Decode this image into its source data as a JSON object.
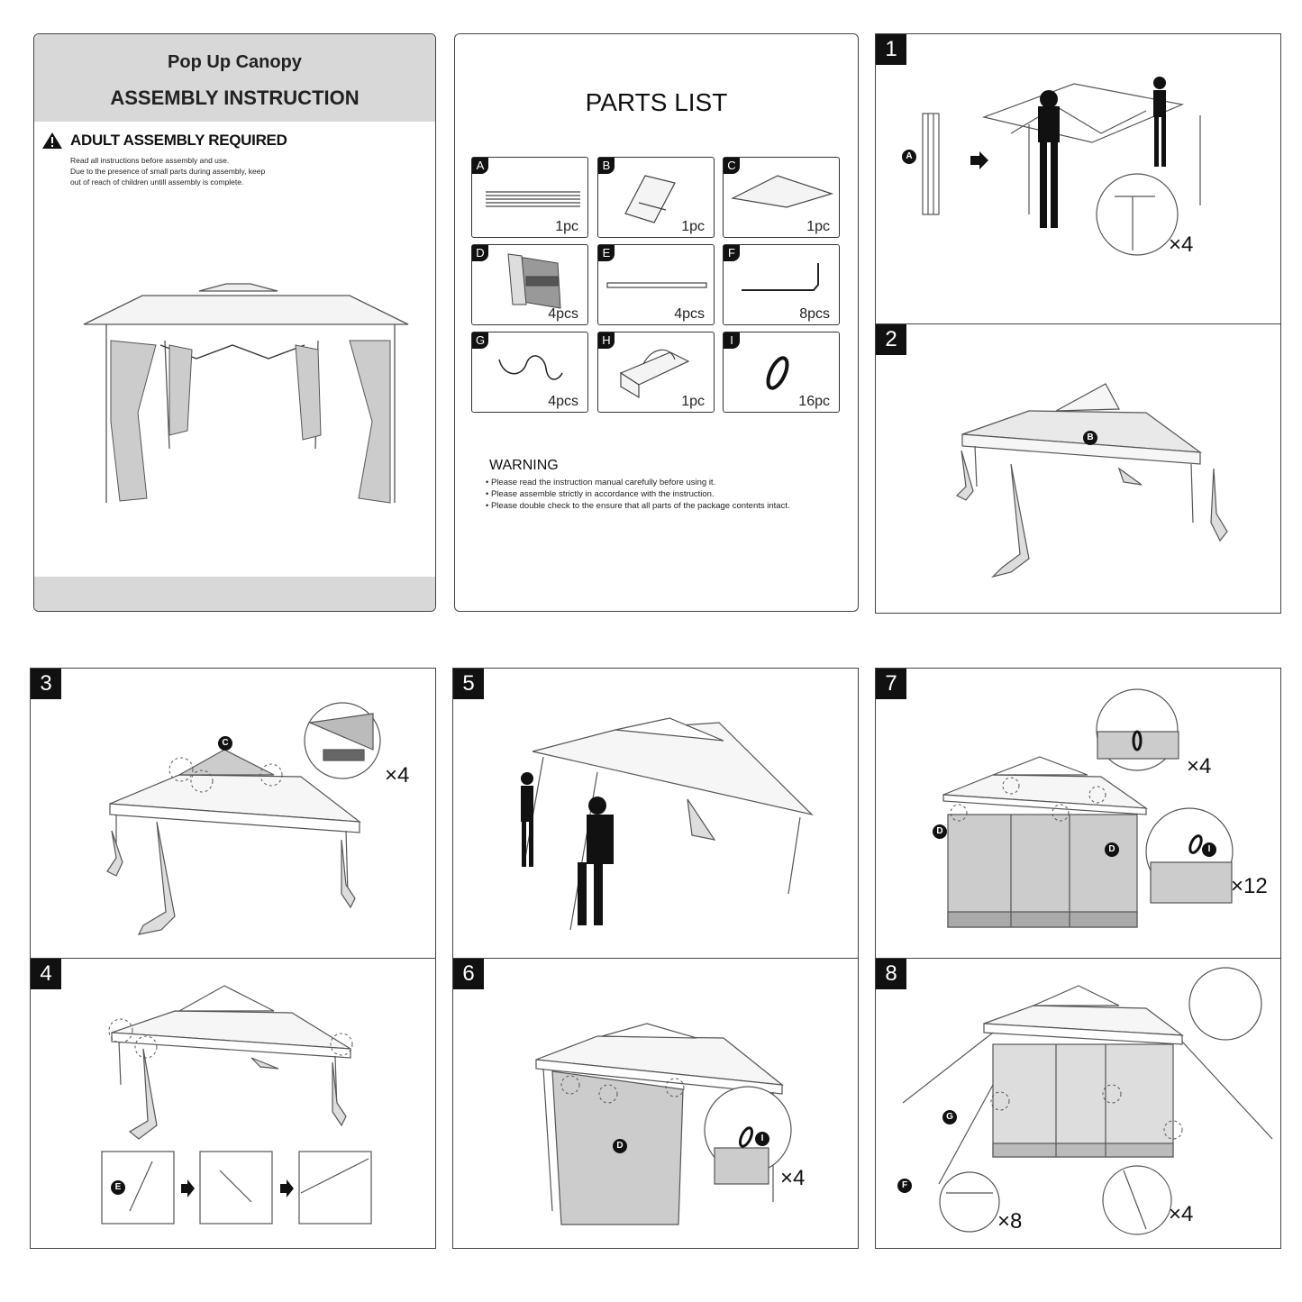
{
  "cover": {
    "title": "Pop Up Canopy",
    "subtitle": "ASSEMBLY INSTRUCTION",
    "warning_title": "ADULT ASSEMBLY REQUIRED",
    "warning_lines": [
      "Read all instructions before assembly and use.",
      "Due to the presence of small parts during assembly, keep",
      "out of reach of children untill assembly is complete."
    ]
  },
  "parts": {
    "title": "PARTS LIST",
    "items": [
      {
        "letter": "A",
        "qty": "1pc"
      },
      {
        "letter": "B",
        "qty": "1pc"
      },
      {
        "letter": "C",
        "qty": "1pc"
      },
      {
        "letter": "D",
        "qty": "4pcs"
      },
      {
        "letter": "E",
        "qty": "4pcs"
      },
      {
        "letter": "F",
        "qty": "8pcs"
      },
      {
        "letter": "G",
        "qty": "4pcs"
      },
      {
        "letter": "H",
        "qty": "1pc"
      },
      {
        "letter": "I",
        "qty": "16pc"
      }
    ],
    "warning_title": "WARNING",
    "warning_lines": [
      "• Please read the instruction manual carefully before using it.",
      "• Please assemble strictly in accordance with the instruction.",
      "• Please double check to the ensure that all parts of the package contents intact."
    ]
  },
  "steps": {
    "s1": {
      "num": "1",
      "part": "A",
      "mult": "×4"
    },
    "s2": {
      "num": "2",
      "part": "B"
    },
    "s3": {
      "num": "3",
      "part": "C",
      "mult": "×4"
    },
    "s4": {
      "num": "4",
      "part": "E"
    },
    "s5": {
      "num": "5"
    },
    "s6": {
      "num": "6",
      "part_d": "D",
      "part_i": "I",
      "mult": "×4"
    },
    "s7": {
      "num": "7",
      "part_d": "D",
      "part_i": "I",
      "mult_top": "×4",
      "mult_bottom": "×12"
    },
    "s8": {
      "num": "8",
      "part_g": "G",
      "part_f": "F",
      "mult_left": "×8",
      "mult_right": "×4"
    }
  }
}
